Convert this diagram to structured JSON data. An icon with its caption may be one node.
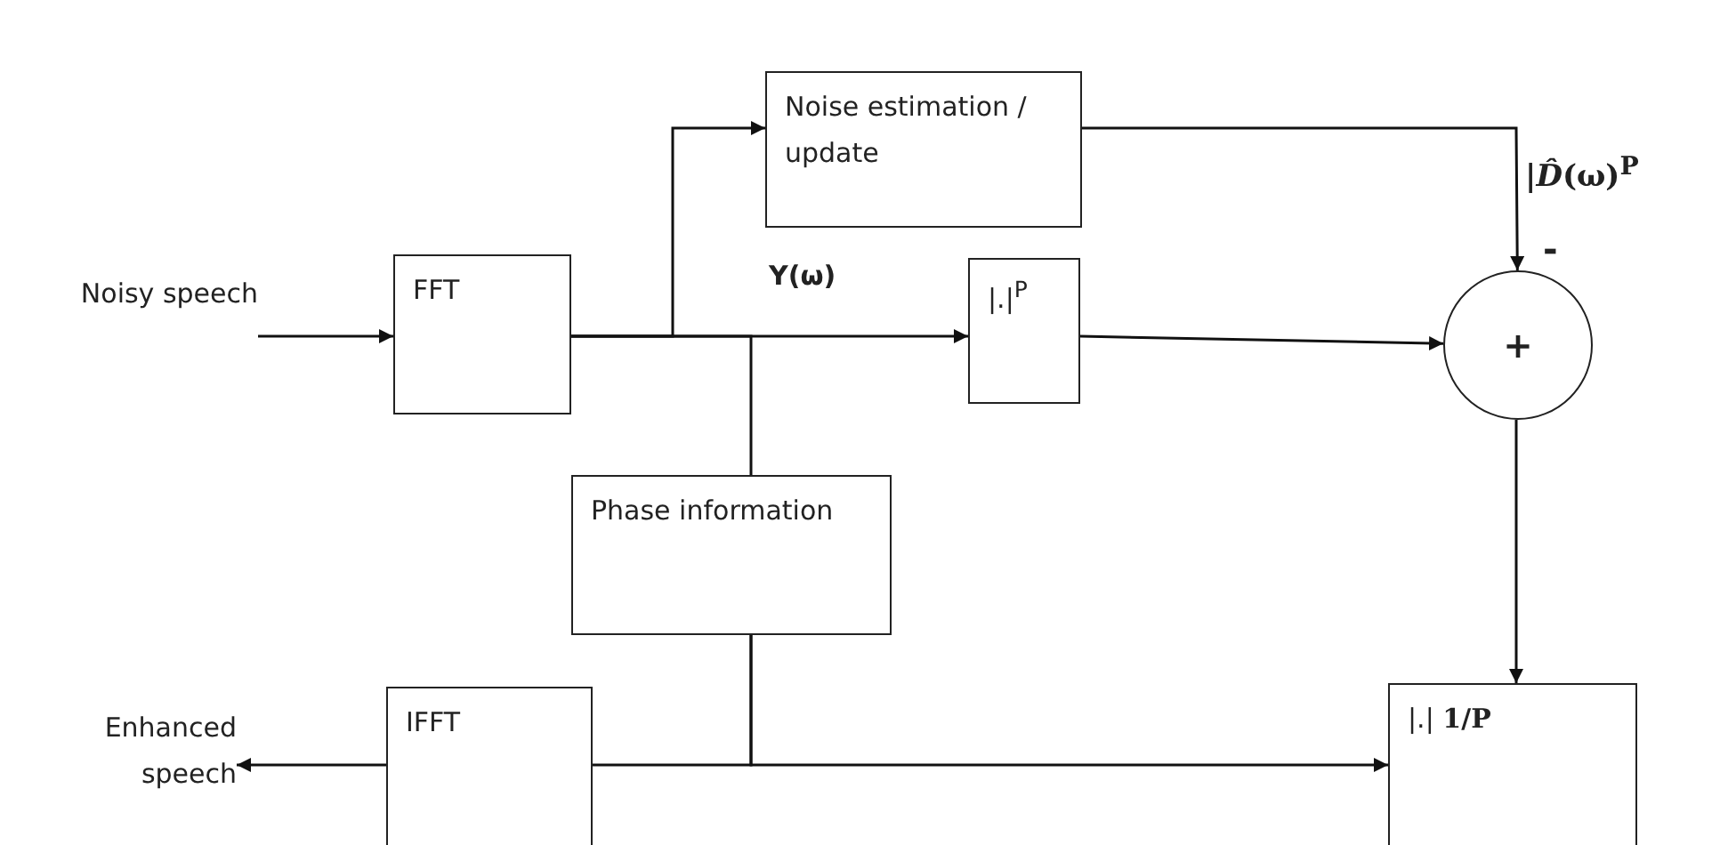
{
  "diagram": {
    "nodes": [
      {
        "text": [
          "Noisy speech"
        ]
      },
      {
        "text": [
          "FFT"
        ]
      },
      {
        "text": [
          "Noise estimation / update"
        ]
      },
      {
        "text": [
          "|.|$^{P}$"
        ]
      },
      {
        "text": [
          "+"
        ]
      },
      {
        "text": [
          "Phase information"
        ]
      },
      {
        "text": [
          "IFFT"
        ]
      },
      {
        "text": [
          "|.| **1/P**"
        ]
      },
      {
        "text": [
          "Enhanced speech"
        ]
      }
    ],
    "edges": [
      {
        "from": 0,
        "to": 1,
        "arrow": "to"
      },
      {
        "from": 1,
        "to": 2,
        "arrow": "to"
      },
      {
        "from": 1,
        "to": 3,
        "arrow": "to",
        "label": "Y(ω)"
      },
      {
        "from": 2,
        "to": 4,
        "arrow": "to",
        "label": "|*D̂*(ω)$^{P}$"
      },
      {
        "from": 3,
        "to": 4,
        "arrow": "to"
      },
      {
        "from": 1,
        "to": 5,
        "arrow": "none"
      },
      {
        "from": 4,
        "to": 7,
        "arrow": "to"
      },
      {
        "from": 5,
        "to": 6,
        "arrow": "none"
      },
      {
        "from": 5,
        "to": 7,
        "arrow": "to"
      },
      {
        "from": 6,
        "to": 8,
        "arrow": "to"
      }
    ],
    "labels": [
      "-"
    ]
  }
}
